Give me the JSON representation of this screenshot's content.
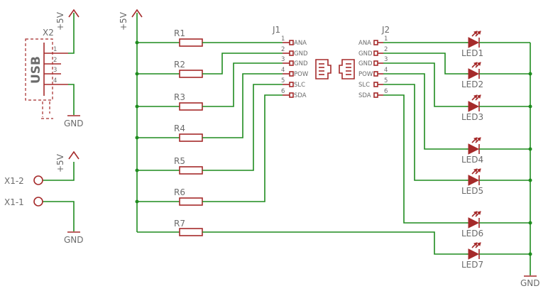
{
  "power_label": "+5V",
  "ground_label": "GND",
  "usb": {
    "ref": "X2",
    "label": "USB",
    "pins": [
      "1",
      "2",
      "3",
      "4"
    ]
  },
  "terminals": [
    "X1-2",
    "X1-1"
  ],
  "resistors": [
    "R1",
    "R2",
    "R3",
    "R4",
    "R5",
    "R6",
    "R7"
  ],
  "connectors": [
    {
      "ref": "J1",
      "pins": [
        "1",
        "2",
        "3",
        "4",
        "5",
        "6"
      ],
      "signals": [
        "ANA",
        "GND",
        "GND",
        "POW",
        "SLC",
        "SDA"
      ]
    },
    {
      "ref": "J2",
      "pins": [
        "1",
        "2",
        "3",
        "4",
        "5",
        "6"
      ],
      "signals": [
        "ANA",
        "GND",
        "GND",
        "POW",
        "SLC",
        "SDA"
      ]
    }
  ],
  "leds": [
    "LED1",
    "LED2",
    "LED3",
    "LED4",
    "LED5",
    "LED6",
    "LED7"
  ],
  "colors": {
    "wire": "#1f8c1f",
    "component": "#a52a2a",
    "text": "#6b6b6b"
  }
}
